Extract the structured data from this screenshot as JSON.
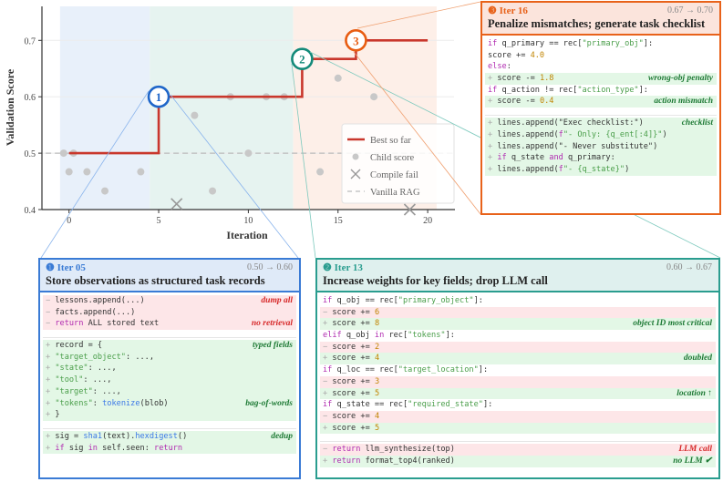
{
  "chart_data": {
    "type": "line",
    "xlabel": "Iteration",
    "ylabel": "Validation Score",
    "xlim": [
      -1.5,
      21.5
    ],
    "ylim": [
      0.4,
      0.76
    ],
    "xticks": [
      0,
      5,
      10,
      15,
      20
    ],
    "yticks": [
      0.4,
      0.5,
      0.6,
      0.7
    ],
    "grid": "horizontal",
    "legend_position": "lower-right",
    "phases": [
      {
        "from": -0.5,
        "to": 4.5,
        "color": "#e8f0fa"
      },
      {
        "from": 4.5,
        "to": 12.5,
        "color": "#e6f3f0"
      },
      {
        "from": 12.5,
        "to": 20.5,
        "color": "#fdefe8"
      }
    ],
    "series": [
      {
        "name": "Best so far",
        "kind": "step",
        "color": "#c9372c",
        "x": [
          0,
          5,
          13,
          16,
          20
        ],
        "y": [
          0.5,
          0.6,
          0.667,
          0.7,
          0.7
        ]
      },
      {
        "name": "Child score",
        "kind": "scatter",
        "color": "#c8c8c8",
        "x": [
          -0.3,
          0,
          0.25,
          1,
          2,
          4,
          7,
          8,
          9,
          10,
          11,
          12,
          14,
          15,
          17
        ],
        "y": [
          0.5,
          0.467,
          0.5,
          0.467,
          0.433,
          0.467,
          0.567,
          0.433,
          0.6,
          0.5,
          0.6,
          0.6,
          0.467,
          0.633,
          0.6
        ]
      },
      {
        "name": "Compile fail",
        "kind": "x",
        "color": "#999",
        "x": [
          6,
          19
        ],
        "y": [
          0.41,
          0.4
        ]
      },
      {
        "name": "Vanilla RAG",
        "kind": "hline",
        "color": "#bbb",
        "y": 0.5
      }
    ],
    "markers": [
      {
        "label": "1",
        "x": 5,
        "y": 0.6,
        "color": "#1f66c9"
      },
      {
        "label": "2",
        "x": 13,
        "y": 0.667,
        "color": "#138a7a"
      },
      {
        "label": "3",
        "x": 16,
        "y": 0.7,
        "color": "#e85d12"
      }
    ]
  },
  "boxes": [
    {
      "id": "iter05",
      "color": "#3a7bd5",
      "header_bg": "#dfeaf8",
      "badge": "❶",
      "tag": "Iter 05",
      "delta": "0.50 → 0.60",
      "title": "Store observations as structured task records",
      "lines": [
        {
          "t": "del",
          "c": [
            [
              "",
              "lessons.append(...)"
            ]
          ],
          "note": "dump all",
          "nc": "r"
        },
        {
          "t": "del",
          "c": [
            [
              "",
              "facts.append(...)"
            ]
          ]
        },
        {
          "t": "del",
          "c": [
            [
              "kw",
              "return"
            ],
            [
              "",
              " ALL stored text"
            ]
          ],
          "note": "no retrieval",
          "nc": "r"
        },
        {
          "t": "gap"
        },
        {
          "t": "add",
          "c": [
            [
              "",
              "record = {"
            ]
          ],
          "note": "typed fields",
          "nc": "g"
        },
        {
          "t": "add",
          "c": [
            [
              "str",
              "\"target_object\""
            ],
            [
              "",
              ": ...,"
            ]
          ]
        },
        {
          "t": "add",
          "c": [
            [
              "str",
              "\"state\""
            ],
            [
              "",
              ": ...,"
            ]
          ]
        },
        {
          "t": "add",
          "c": [
            [
              "str",
              "\"tool\""
            ],
            [
              "",
              ": ...,"
            ]
          ]
        },
        {
          "t": "add",
          "c": [
            [
              "str",
              "\"target\""
            ],
            [
              "",
              ": ...,"
            ]
          ]
        },
        {
          "t": "add",
          "c": [
            [
              "str",
              "\"tokens\""
            ],
            [
              "",
              ": "
            ],
            [
              "fn",
              "tokenize"
            ],
            [
              "",
              "(blob)"
            ]
          ],
          "note": "bag-of-words",
          "nc": "g"
        },
        {
          "t": "add",
          "c": [
            [
              "",
              "}"
            ]
          ]
        },
        {
          "t": "gap"
        },
        {
          "t": "add",
          "c": [
            [
              "",
              "sig = "
            ],
            [
              "fn",
              "sha1"
            ],
            [
              "",
              "(text)."
            ],
            [
              "fn",
              "hexdigest"
            ],
            [
              "",
              "()"
            ]
          ],
          "note": "dedup",
          "nc": "g"
        },
        {
          "t": "add",
          "c": [
            [
              "kw",
              "if"
            ],
            [
              "",
              " sig "
            ],
            [
              "kw",
              "in"
            ],
            [
              "",
              " self.seen: "
            ],
            [
              "kw",
              "return"
            ]
          ]
        }
      ]
    },
    {
      "id": "iter13",
      "color": "#2a9d8f",
      "header_bg": "#dff0ee",
      "badge": "❷",
      "tag": "Iter 13",
      "delta": "0.60 → 0.67",
      "title": "Increase weights for key fields; drop LLM call",
      "lines": [
        {
          "t": "ctx",
          "c": [
            [
              "kw",
              "if"
            ],
            [
              "",
              " q_obj == rec["
            ],
            [
              "str",
              "\"primary_object\""
            ],
            [
              "",
              "]:"
            ]
          ]
        },
        {
          "t": "del",
          "c": [
            [
              "",
              "score += "
            ],
            [
              "num",
              "6"
            ]
          ]
        },
        {
          "t": "add",
          "c": [
            [
              "",
              "score += "
            ],
            [
              "num",
              "8"
            ]
          ],
          "note": "object ID most critical",
          "nc": "g"
        },
        {
          "t": "ctx",
          "c": [
            [
              "kw",
              "elif"
            ],
            [
              "",
              " q_obj "
            ],
            [
              "kw",
              "in"
            ],
            [
              "",
              " rec["
            ],
            [
              "str",
              "\"tokens\""
            ],
            [
              "",
              "]:"
            ]
          ]
        },
        {
          "t": "del",
          "c": [
            [
              "",
              "score += "
            ],
            [
              "num",
              "2"
            ]
          ]
        },
        {
          "t": "add",
          "c": [
            [
              "",
              "score += "
            ],
            [
              "num",
              "4"
            ]
          ],
          "note": "doubled",
          "nc": "g"
        },
        {
          "t": "ctx",
          "c": [
            [
              "kw",
              "if"
            ],
            [
              "",
              " q_loc == rec["
            ],
            [
              "str",
              "\"target_location\""
            ],
            [
              "",
              "]:"
            ]
          ]
        },
        {
          "t": "del",
          "c": [
            [
              "",
              "score += "
            ],
            [
              "num",
              "3"
            ]
          ]
        },
        {
          "t": "add",
          "c": [
            [
              "",
              "score += "
            ],
            [
              "num",
              "5"
            ]
          ],
          "note": "location ↑",
          "nc": "g"
        },
        {
          "t": "ctx",
          "c": [
            [
              "kw",
              "if"
            ],
            [
              "",
              " q_state == rec["
            ],
            [
              "str",
              "\"required_state\""
            ],
            [
              "",
              "]:"
            ]
          ]
        },
        {
          "t": "del",
          "c": [
            [
              "",
              "score += "
            ],
            [
              "num",
              "4"
            ]
          ]
        },
        {
          "t": "add",
          "c": [
            [
              "",
              "score += "
            ],
            [
              "num",
              "5"
            ]
          ]
        },
        {
          "t": "gap"
        },
        {
          "t": "del",
          "c": [
            [
              "kw",
              "return"
            ],
            [
              "",
              " llm_synthesize(top)"
            ]
          ],
          "note": "LLM call",
          "nc": "r"
        },
        {
          "t": "add",
          "c": [
            [
              "kw",
              "return"
            ],
            [
              "",
              " format_top4(ranked)"
            ]
          ],
          "note": "no LLM ✔",
          "nc": "g"
        }
      ]
    },
    {
      "id": "iter16",
      "color": "#e8621a",
      "header_bg": "#fbe4dc",
      "badge": "❸",
      "tag": "Iter 16",
      "delta": "0.67 → 0.70",
      "title": "Penalize mismatches; generate task checklist",
      "lines": [
        {
          "t": "ctx",
          "c": [
            [
              "kw",
              "if"
            ],
            [
              "",
              " q_primary == rec["
            ],
            [
              "str",
              "\"primary_obj\""
            ],
            [
              "",
              "]:"
            ]
          ]
        },
        {
          "t": "ctx",
          "c": [
            [
              "",
              "score += "
            ],
            [
              "num",
              "4.0"
            ]
          ]
        },
        {
          "t": "ctx",
          "c": [
            [
              "kw",
              "else"
            ],
            [
              "",
              ":"
            ]
          ]
        },
        {
          "t": "add",
          "c": [
            [
              "",
              "score -= "
            ],
            [
              "num",
              "1.8"
            ]
          ],
          "note": "wrong-obj penalty",
          "nc": "g"
        },
        {
          "t": "ctx",
          "c": [
            [
              "kw",
              "if"
            ],
            [
              "",
              " q_action != rec["
            ],
            [
              "str",
              "\"action_type\""
            ],
            [
              "",
              "]:"
            ]
          ]
        },
        {
          "t": "add",
          "c": [
            [
              "",
              "score -= "
            ],
            [
              "num",
              "0.4"
            ]
          ],
          "note": "action mismatch",
          "nc": "g"
        },
        {
          "t": "gap"
        },
        {
          "t": "add",
          "c": [
            [
              "",
              "lines.append(\"Exec checklist:\")"
            ]
          ],
          "note": "checklist",
          "nc": "g"
        },
        {
          "t": "add",
          "c": [
            [
              "",
              "lines.append("
            ],
            [
              "kw",
              "f"
            ],
            [
              "str",
              "\"- Only: {q_ent[:4]}\""
            ],
            [
              "",
              ")"
            ]
          ]
        },
        {
          "t": "add",
          "c": [
            [
              "",
              "lines.append(\"- Never substitute\")"
            ]
          ]
        },
        {
          "t": "add",
          "c": [
            [
              "kw",
              "if"
            ],
            [
              "",
              " q_state "
            ],
            [
              "kw",
              "and"
            ],
            [
              "",
              " q_primary:"
            ]
          ]
        },
        {
          "t": "add",
          "c": [
            [
              "",
              "lines.append("
            ],
            [
              "kw",
              "f"
            ],
            [
              "str",
              "\"- {q_state}\""
            ],
            [
              "",
              ")"
            ]
          ]
        }
      ]
    }
  ]
}
